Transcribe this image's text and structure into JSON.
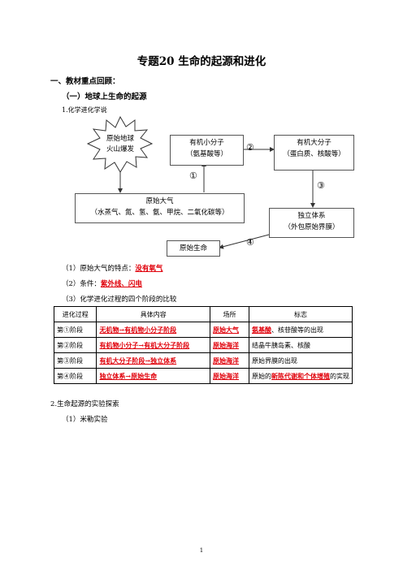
{
  "title": "专题20  生命的起源和进化",
  "section1": "一、教材重点回顾：",
  "section1_1": "（一）地球上生命的起源",
  "item1": "1.化学进化学说",
  "diagram": {
    "burst_line1": "原始地球",
    "burst_line2": "火山爆发",
    "small_mol_line1": "有机小分子",
    "small_mol_line2": "（氨基酸等）",
    "big_mol_line1": "有机大分子",
    "big_mol_line2": "（蛋白质、核酸等）",
    "atmosphere_line1": "原始大气",
    "atmosphere_line2": "（水蒸气、氮、氢、氨、甲烷、二氧化碳等）",
    "indep_line1": "独立体系",
    "indep_line2": "（外包原始界膜）",
    "life": "原始生命",
    "step1": "①",
    "step2": "②",
    "step3": "③",
    "step4": "④"
  },
  "q1_label": "（1）原始大气的特点：",
  "q1_answer": "没有氧气",
  "q2_label": "（2）条件：",
  "q2_answer": "紫外线、闪电",
  "q3_label": "（3）化学进化过程的四个阶段的比较",
  "table": {
    "headers": [
      "进化过程",
      "具体内容",
      "场所",
      "标志"
    ],
    "rows": [
      {
        "stage": "第①阶段",
        "content": "无机物→有机物小分子阶段",
        "place": "原始大气",
        "mark_red": "氨基酸",
        "mark_rest": "、核苷酸等的出现",
        "mark_pre": ""
      },
      {
        "stage": "第②阶段",
        "content": "有机物小分子→有机大分子阶段",
        "place": "原始海洋",
        "mark_red": "",
        "mark_rest": "结晶牛胰岛素、核酸",
        "mark_pre": ""
      },
      {
        "stage": "第③阶段",
        "content": "有机大分子阶段→独立体系",
        "place": "原始海洋",
        "mark_red": "",
        "mark_rest": "原始界膜的出现",
        "mark_pre": ""
      },
      {
        "stage": "第④阶段",
        "content": "独立体系→原始生命",
        "place": "原始海洋",
        "mark_pre": "原始的",
        "mark_red": "新陈代谢和个体增殖",
        "mark_rest": "的实现"
      }
    ]
  },
  "item2": "2.生命起源的实验探索",
  "item2_1": "（1）米勒实验",
  "page_number": "1"
}
